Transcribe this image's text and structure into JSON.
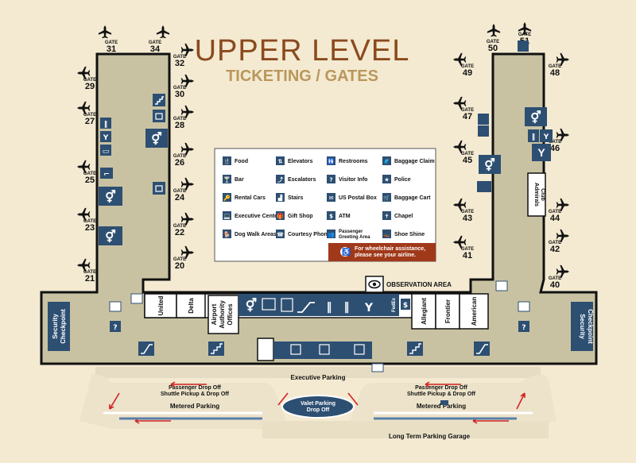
{
  "title": {
    "line1": "UPPER LEVEL",
    "line2": "TICKETING / GATES"
  },
  "gates": {
    "label": "GATE",
    "left_top": [
      {
        "num": "31"
      },
      {
        "num": "34"
      }
    ],
    "left_west": [
      {
        "num": "29"
      },
      {
        "num": "27"
      },
      {
        "num": "25"
      },
      {
        "num": "23"
      },
      {
        "num": "21"
      }
    ],
    "left_east": [
      {
        "num": "32"
      },
      {
        "num": "30"
      },
      {
        "num": "28"
      },
      {
        "num": "26"
      },
      {
        "num": "24"
      },
      {
        "num": "22"
      },
      {
        "num": "20"
      }
    ],
    "right_top": [
      {
        "num": "50"
      },
      {
        "num": "51"
      }
    ],
    "right_west": [
      {
        "num": "49"
      },
      {
        "num": "47"
      },
      {
        "num": "45"
      },
      {
        "num": "43"
      },
      {
        "num": "41"
      }
    ],
    "right_east": [
      {
        "num": "48"
      },
      {
        "num": "46"
      },
      {
        "num": "44"
      },
      {
        "num": "42"
      },
      {
        "num": "40"
      }
    ]
  },
  "legend": {
    "col1": [
      {
        "icon": "food-icon",
        "glyph": "🍴",
        "label": "Food"
      },
      {
        "icon": "bar-icon",
        "glyph": "🍸",
        "label": "Bar"
      },
      {
        "icon": "rental-cars-icon",
        "glyph": "🔑",
        "label": "Rental Cars"
      },
      {
        "icon": "executive-center-icon",
        "glyph": "💻",
        "label": "Executive Center"
      },
      {
        "icon": "dog-walk-icon",
        "glyph": "🐕",
        "label": "Dog Walk Areas"
      }
    ],
    "col2": [
      {
        "icon": "elevators-icon",
        "glyph": "⇅",
        "label": "Elevators"
      },
      {
        "icon": "escalators-icon",
        "glyph": "⤴",
        "label": "Escalators"
      },
      {
        "icon": "stairs-icon",
        "glyph": "▟",
        "label": "Stairs"
      },
      {
        "icon": "gift-shop-icon",
        "glyph": "🎁",
        "label": "Gift Shop"
      },
      {
        "icon": "courtesy-phone-icon",
        "glyph": "☎",
        "label": "Courtesy Phone"
      }
    ],
    "col3": [
      {
        "icon": "restrooms-icon",
        "glyph": "🚻",
        "label": "Restrooms"
      },
      {
        "icon": "visitor-info-icon",
        "glyph": "?",
        "label": "Visitor Info"
      },
      {
        "icon": "postal-box-icon",
        "glyph": "✉",
        "label": "US Postal Box"
      },
      {
        "icon": "atm-icon",
        "glyph": "$",
        "label": "ATM"
      },
      {
        "icon": "passenger-greeting-icon",
        "glyph": "👥",
        "label": "Passenger Greeting Area"
      }
    ],
    "col4": [
      {
        "icon": "baggage-claim-icon",
        "glyph": "🧳",
        "label": "Baggage Claim"
      },
      {
        "icon": "police-icon",
        "glyph": "★",
        "label": "Police"
      },
      {
        "icon": "baggage-cart-icon",
        "glyph": "🛒",
        "label": "Baggage Cart"
      },
      {
        "icon": "chapel-icon",
        "glyph": "✝",
        "label": "Chapel"
      },
      {
        "icon": "shoe-shine-icon",
        "glyph": "👞",
        "label": "Shoe Shine"
      }
    ],
    "wheelchair_line1": "For wheelchair assistance,",
    "wheelchair_line2": "please see your airline."
  },
  "areas": {
    "observation": "OBSERVATION AREA",
    "admirals_club_1": "Admirals",
    "admirals_club_2": "Club",
    "security_left_1": "Security",
    "security_left_2": "Checkpoint",
    "security_right_1": "Security",
    "security_right_2": "Checkpoint",
    "airport_authority_1": "Airport",
    "airport_authority_2": "Authority",
    "airport_authority_3": "Offices",
    "fedex": "FedEx"
  },
  "airlines": [
    "United",
    "Delta",
    "Allegiant",
    "Frontier",
    "American"
  ],
  "parking": {
    "executive": "Executive Parking",
    "drop_left": "Passenger Drop Off",
    "shuttle_left": "Shuttle Pickup & Drop Off",
    "drop_right": "Passenger Drop Off",
    "shuttle_right": "Shuttle Pickup & Drop Off",
    "metered_left": "Metered Parking",
    "metered_right": "Metered Parking",
    "valet_1": "Valet Parking",
    "valet_2": "Drop Off",
    "long_term": "Long Term Parking Garage"
  },
  "colors": {
    "background": "#f4ead2",
    "terminal": "#c9c2a2",
    "icon_box": "#2d4f72",
    "title_dark": "#8b4a1e",
    "title_light": "#b9975a",
    "arrow": "#d32222",
    "wheelchair_box": "#a0391a"
  }
}
